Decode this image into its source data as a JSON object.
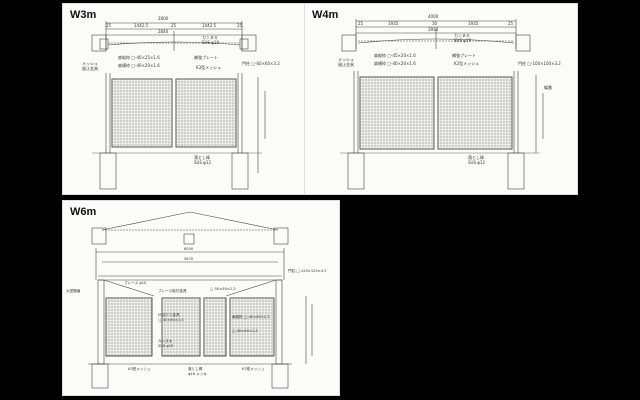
{
  "w3": {
    "title": "W3m",
    "dims": {
      "total": "2800",
      "inner": "2840",
      "half_l": "1442.5",
      "half_r": "1442.5",
      "mid": "25",
      "end_l": "25",
      "end_r": "25"
    },
    "labels": {
      "kannuki": "カンヌキ",
      "kannuki_spec": "SUS φ19",
      "mesh_stop": "メッシュ",
      "mesh_stop2": "留止金具",
      "frame_top": "扉縦枠 □-40×25×1.6",
      "frame_bottom": "扉横枠 □-40×20×1.6",
      "reinforce": "補強プレート",
      "post": "門柱 □-60×60×3.2",
      "mesh_k3": "K3型メッシュ",
      "dropbar": "落とし棒",
      "dropbar_spec": "SUS φ12"
    }
  },
  "w4": {
    "title": "W4m",
    "dims": {
      "total": "4000",
      "inner": "3930",
      "half_l": "1935",
      "half_r": "1935",
      "mid": "30",
      "end_l": "25",
      "end_r": "25"
    },
    "labels": {
      "kannuki": "カンヌキ",
      "kannuki_spec": "SUS φ19",
      "mesh_stop": "メッシュ",
      "mesh_stop2": "留止金具",
      "frame_top": "扉縦枠 □-45×20×1.6",
      "frame_bottom": "扉横枠 □-40×20×1.6",
      "reinforce": "補強プレート",
      "post": "門柱 □-100×100×3.2",
      "mesh_k2": "K2型メッシュ",
      "hinge": "蝶番",
      "dropbar": "落とし棒",
      "dropbar_spec": "SUS φ12"
    }
  },
  "w6": {
    "title": "W6m",
    "dims": {
      "total": "6000",
      "inner": "5870"
    },
    "labels": {
      "brace": "ブレース φ10",
      "brace2": "ブレース取付金具",
      "post": "門柱 □-125×125×4.5",
      "big_hinge": "大型蝶番",
      "frame": "□-50×50×2.3",
      "door_stop": "戸当たり金具",
      "door_stop2": "□-40×60×2.3",
      "kannuki": "カンヌキ",
      "kannuki_spec": "SUS φ19",
      "frame_v": "扉縦枠 □-40×60×2.3",
      "frame_h": "□-40×60×2.3",
      "mesh_k3": "K3型メッシュ",
      "dropbar": "落とし棒",
      "dropbar_spec": "φ16 メッキ",
      "mesh_k3b": "K3型メッシュ"
    }
  }
}
